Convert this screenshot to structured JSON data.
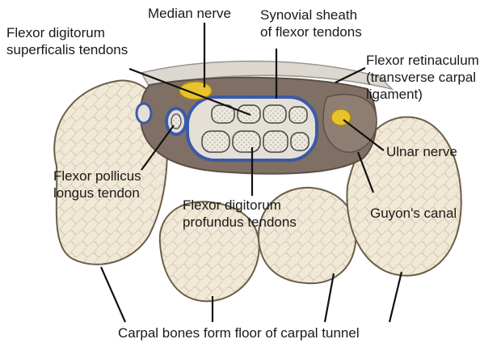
{
  "labels": {
    "median_nerve": "Median nerve",
    "synovial_sheath": [
      "Synovial sheath",
      "of flexor tendons"
    ],
    "fds_tendons": [
      "Flexor digitorum",
      "superficalis tendons"
    ],
    "flexor_retinaculum": [
      "Flexor retinaculum",
      "(transverse carpal",
      "ligament)"
    ],
    "ulnar_nerve": "Ulnar nerve",
    "fpl_tendon": [
      "Flexor pollicus",
      "longus tendon"
    ],
    "fdp_tendons": [
      "Flexor digitorum",
      "profundus tendons"
    ],
    "guyons_canal": "Guyon's canal",
    "carpal_bones": "Carpal bones form floor of carpal tunnel"
  },
  "colors": {
    "bone": "#f1e9d7",
    "bone_outline": "#6b5d48",
    "tunnel": "#7f6f64",
    "retinaculum": "#dcd8d0",
    "sheath": "#3b5aa8",
    "tendon": "#ebe7dd",
    "nerve": "#e8c42a",
    "leader": "#111111"
  }
}
